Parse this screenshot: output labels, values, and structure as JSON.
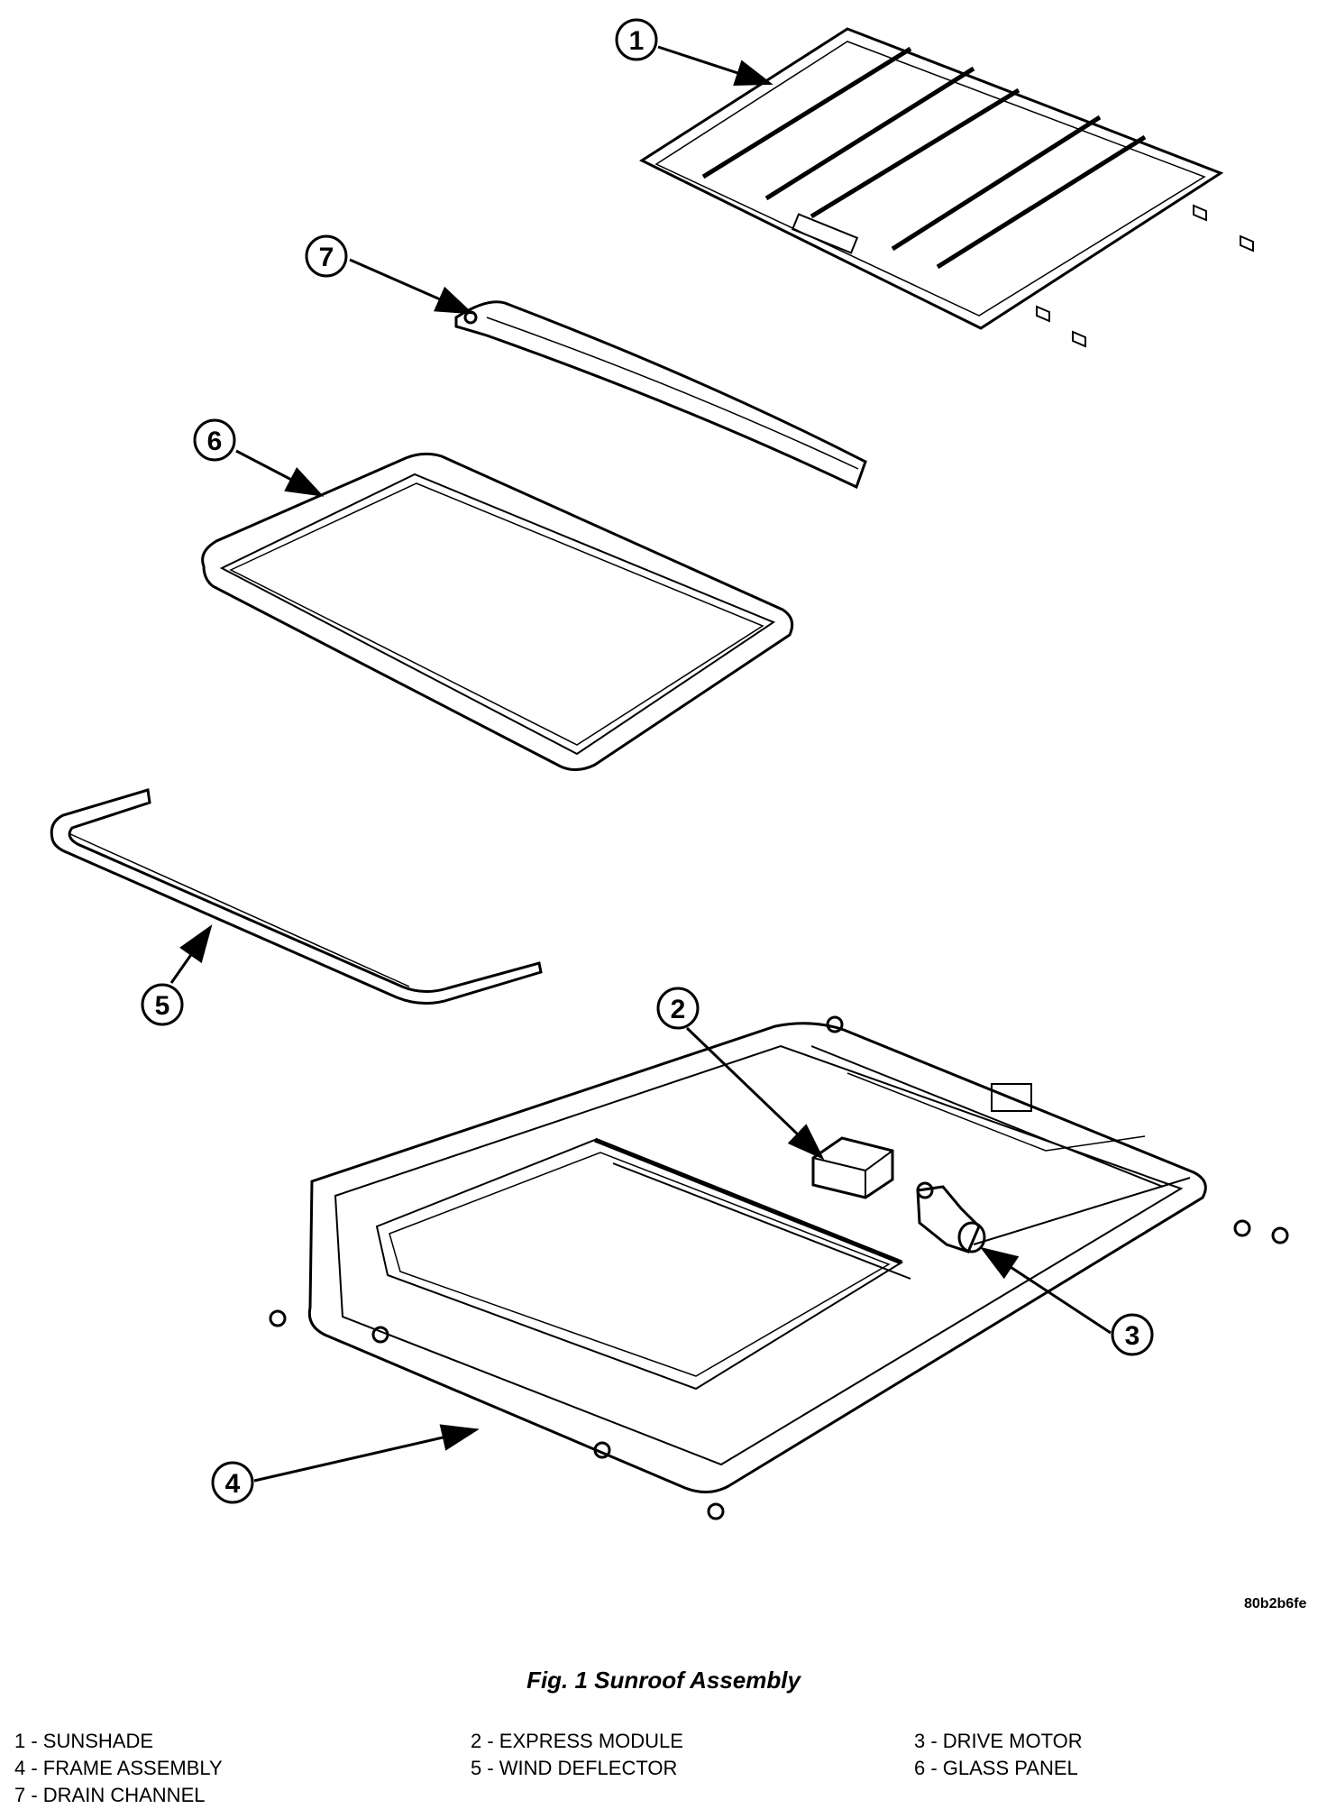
{
  "figure": {
    "code": "80b2b6fe",
    "caption": "Fig. 1 Sunroof Assembly"
  },
  "callouts": [
    {
      "num": "1",
      "label": "SUNSHADE"
    },
    {
      "num": "2",
      "label": "EXPRESS MODULE"
    },
    {
      "num": "3",
      "label": "DRIVE MOTOR"
    },
    {
      "num": "4",
      "label": "FRAME ASSEMBLY"
    },
    {
      "num": "5",
      "label": "WIND DEFLECTOR"
    },
    {
      "num": "6",
      "label": "GLASS PANEL"
    },
    {
      "num": "7",
      "label": "DRAIN CHANNEL"
    }
  ],
  "legend": {
    "col1": [
      "1 - SUNSHADE",
      "4 - FRAME ASSEMBLY",
      "7 - DRAIN CHANNEL"
    ],
    "col2": [
      "2 - EXPRESS MODULE",
      "5 - WIND DEFLECTOR"
    ],
    "col3": [
      "3 - DRIVE MOTOR",
      "6 - GLASS PANEL"
    ]
  }
}
